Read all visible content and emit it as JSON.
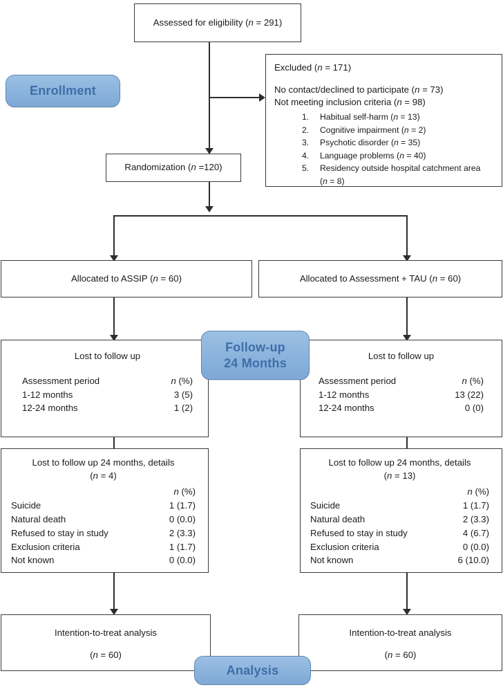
{
  "diagram": {
    "title": "CONSORT participant flow diagram",
    "accent_color": "#8bb3dc",
    "accent_text_color": "#3d6ea8",
    "border_color": "#3a3a3a"
  },
  "stage_badges": {
    "enrollment": "Enrollment",
    "followup_line1": "Follow-up",
    "followup_line2": "24 Months",
    "analysis": "Analysis"
  },
  "assessed": {
    "label": "Assessed for eligibility (",
    "n_italic": "n",
    "value": " = 291)"
  },
  "excluded": {
    "heading_pre": "Excluded (",
    "heading_n": "n",
    "heading_post": " = 171)",
    "reason1_pre": "No contact/declined to participate (",
    "reason1_n": "n",
    "reason1_post": " = 73)",
    "reason2_pre": "Not meeting inclusion criteria (",
    "reason2_n": "n",
    "reason2_post": " = 98)",
    "criteria": [
      {
        "num": "1.",
        "text": "Habitual self-harm (",
        "n": "n",
        "post": " = 13)"
      },
      {
        "num": "2.",
        "text": "Cognitive impairment (",
        "n": "n",
        "post": " = 2)"
      },
      {
        "num": "3.",
        "text": "Psychotic disorder (",
        "n": "n",
        "post": " = 35)"
      },
      {
        "num": "4.",
        "text": "Language problems (",
        "n": "n",
        "post": " = 40)"
      },
      {
        "num": "5.",
        "text": "Residency outside hospital catchment area",
        "n": "n",
        "post": " = 8)",
        "continuation": "("
      }
    ]
  },
  "randomization": {
    "label": "Randomization (",
    "n_italic": "n",
    "value": " =120)"
  },
  "allocation": {
    "left_pre": "Allocated to ASSIP (",
    "left_n": "n",
    "left_post": " = 60)",
    "right_pre": "Allocated to Assessment + TAU (",
    "right_n": "n",
    "right_post": " = 60)"
  },
  "lost_followup": {
    "title": "Lost to follow up",
    "col_header_label": "Assessment period",
    "col_header_value_n": "n",
    "col_header_value_rest": " (%)",
    "left": [
      {
        "label": "1-12 months",
        "value": "3 (5)"
      },
      {
        "label": "12-24 months",
        "value": "1 (2)"
      }
    ],
    "right": [
      {
        "label": "1-12 months",
        "value": "13 (22)"
      },
      {
        "label": "12-24 months",
        "value": "0 (0)"
      }
    ]
  },
  "lost_details": {
    "title": "Lost to follow up 24 months, details",
    "left_subtitle_pre": "(",
    "left_subtitle_n": "n",
    "left_subtitle_post": " = 4)",
    "right_subtitle_pre": "(",
    "right_subtitle_n": "n",
    "right_subtitle_post": " = 13)",
    "col_header_n": "n",
    "col_header_rest": " (%)",
    "left": [
      {
        "label": "Suicide",
        "value": "1 (1.7)"
      },
      {
        "label": "Natural death",
        "value": "0 (0.0)"
      },
      {
        "label": "Refused to stay in study",
        "value": "2 (3.3)"
      },
      {
        "label": "Exclusion criteria",
        "value": "1 (1.7)"
      },
      {
        "label": "Not known",
        "value": "0 (0.0)"
      }
    ],
    "right": [
      {
        "label": "Suicide",
        "value": "1 (1.7)"
      },
      {
        "label": "Natural death",
        "value": "2 (3.3)"
      },
      {
        "label": "Refused to stay in study",
        "value": "4 (6.7)"
      },
      {
        "label": "Exclusion criteria",
        "value": "0 (0.0)"
      },
      {
        "label": "Not known",
        "value": "6 (10.0)"
      }
    ]
  },
  "analysis": {
    "left_title": "Intention-to-treat analysis",
    "left_sub_pre": "(",
    "left_sub_n": "n",
    "left_sub_post": " = 60)",
    "right_title": "Intention-to-treat analysis",
    "right_sub_pre": "(",
    "right_sub_n": "n",
    "right_sub_post": " = 60)"
  }
}
